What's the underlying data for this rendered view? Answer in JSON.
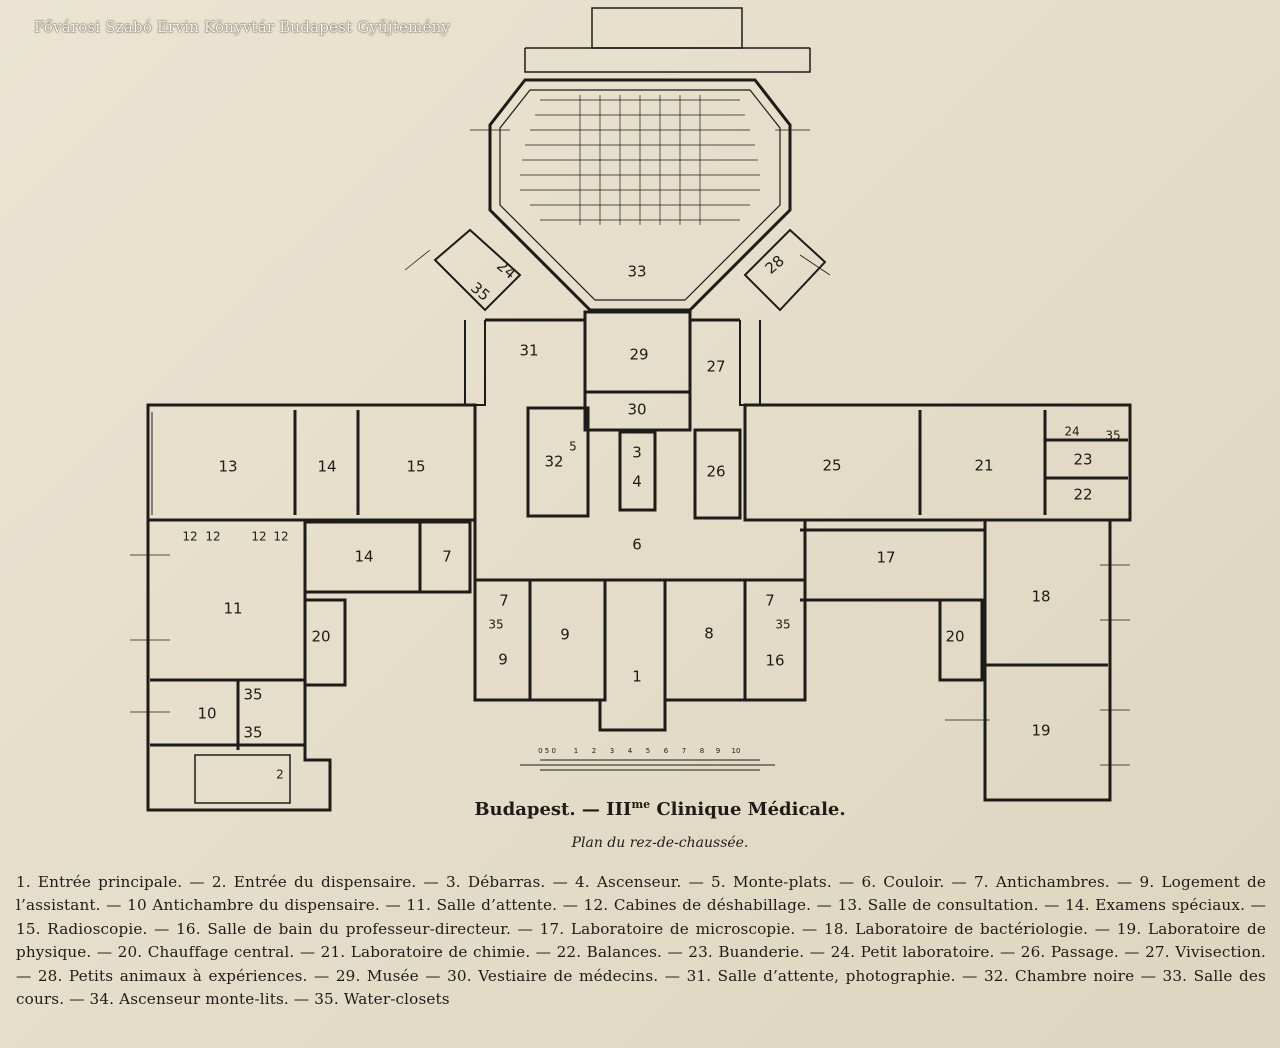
{
  "source_watermark": "Fővárosi Szabó Ervin Könyvtár Budapest Gyűjtemény",
  "title_main": "Budapest. — III",
  "title_sup": "me",
  "title_rest": " Clinique Médicale.",
  "subtitle": "Plan du rez-de-chaussée.",
  "scale_ticks": [
    "0 5 0",
    "1",
    "2",
    "3",
    "4",
    "5",
    "6",
    "7",
    "8",
    "9",
    "10"
  ],
  "room_labels": {
    "r1": "1",
    "r2": "2",
    "r3": "3",
    "r4": "4",
    "r6": "6",
    "r7a": "7",
    "r7b": "7",
    "r7c": "7",
    "r8": "8",
    "r9a": "9",
    "r9b": "9",
    "r10": "10",
    "r11": "11",
    "r12a": "12",
    "r12b": "12",
    "r12c": "12",
    "r12d": "12",
    "r13": "13",
    "r14a": "14",
    "r14b": "14",
    "r15": "15",
    "r16": "16",
    "r17": "17",
    "r18": "18",
    "r19": "19",
    "r20a": "20",
    "r20b": "20",
    "r21": "21",
    "r22": "22",
    "r23": "23",
    "r24a": "24",
    "r24b": "24",
    "r25": "25",
    "r26": "26",
    "r27": "27",
    "r28": "28",
    "r29": "29",
    "r30": "30",
    "r31": "31",
    "r32": "32",
    "r33": "33",
    "r5": "5",
    "r35a": "35",
    "r35b": "35",
    "r35c": "35",
    "r35d": "35",
    "r35e": "35",
    "r35f": "35"
  },
  "legend_text": "1. Entrée principale. — 2. Entrée du dispensaire. — 3. Débarras. — 4. Ascenseur. — 5. Monte-plats. — 6. Couloir. — 7. Antichambres. — 9. Logement de l’assistant. — 10 Antichambre du dispensaire. — 11. Salle d’attente. — 12. Cabines de déshabillage. — 13. Salle de consultation. — 14. Examens spéciaux. — 15. Radioscopie. — 16. Salle de bain du professeur-directeur. — 17. Laboratoire de microscopie. — 18. Laboratoire de bactériologie. — 19. Laboratoire de physique. — 20. Chauffage central. — 21. Laboratoire de chimie. — 22. Balances. — 23. Buanderie. — 24. Petit laboratoire. — 26. Passage. — 27. Vivisection. — 28. Petits animaux à expériences. — 29. Musée — 30. Vestiaire de médecins. — 31. Salle d’attente, photographie. — 32. Chambre noire — 33. Salle des cours. — 34. Ascenseur monte-lits. — 35. Water-closets",
  "colors": {
    "ink": "#1e1c18",
    "paper": "#e6dfcc"
  }
}
